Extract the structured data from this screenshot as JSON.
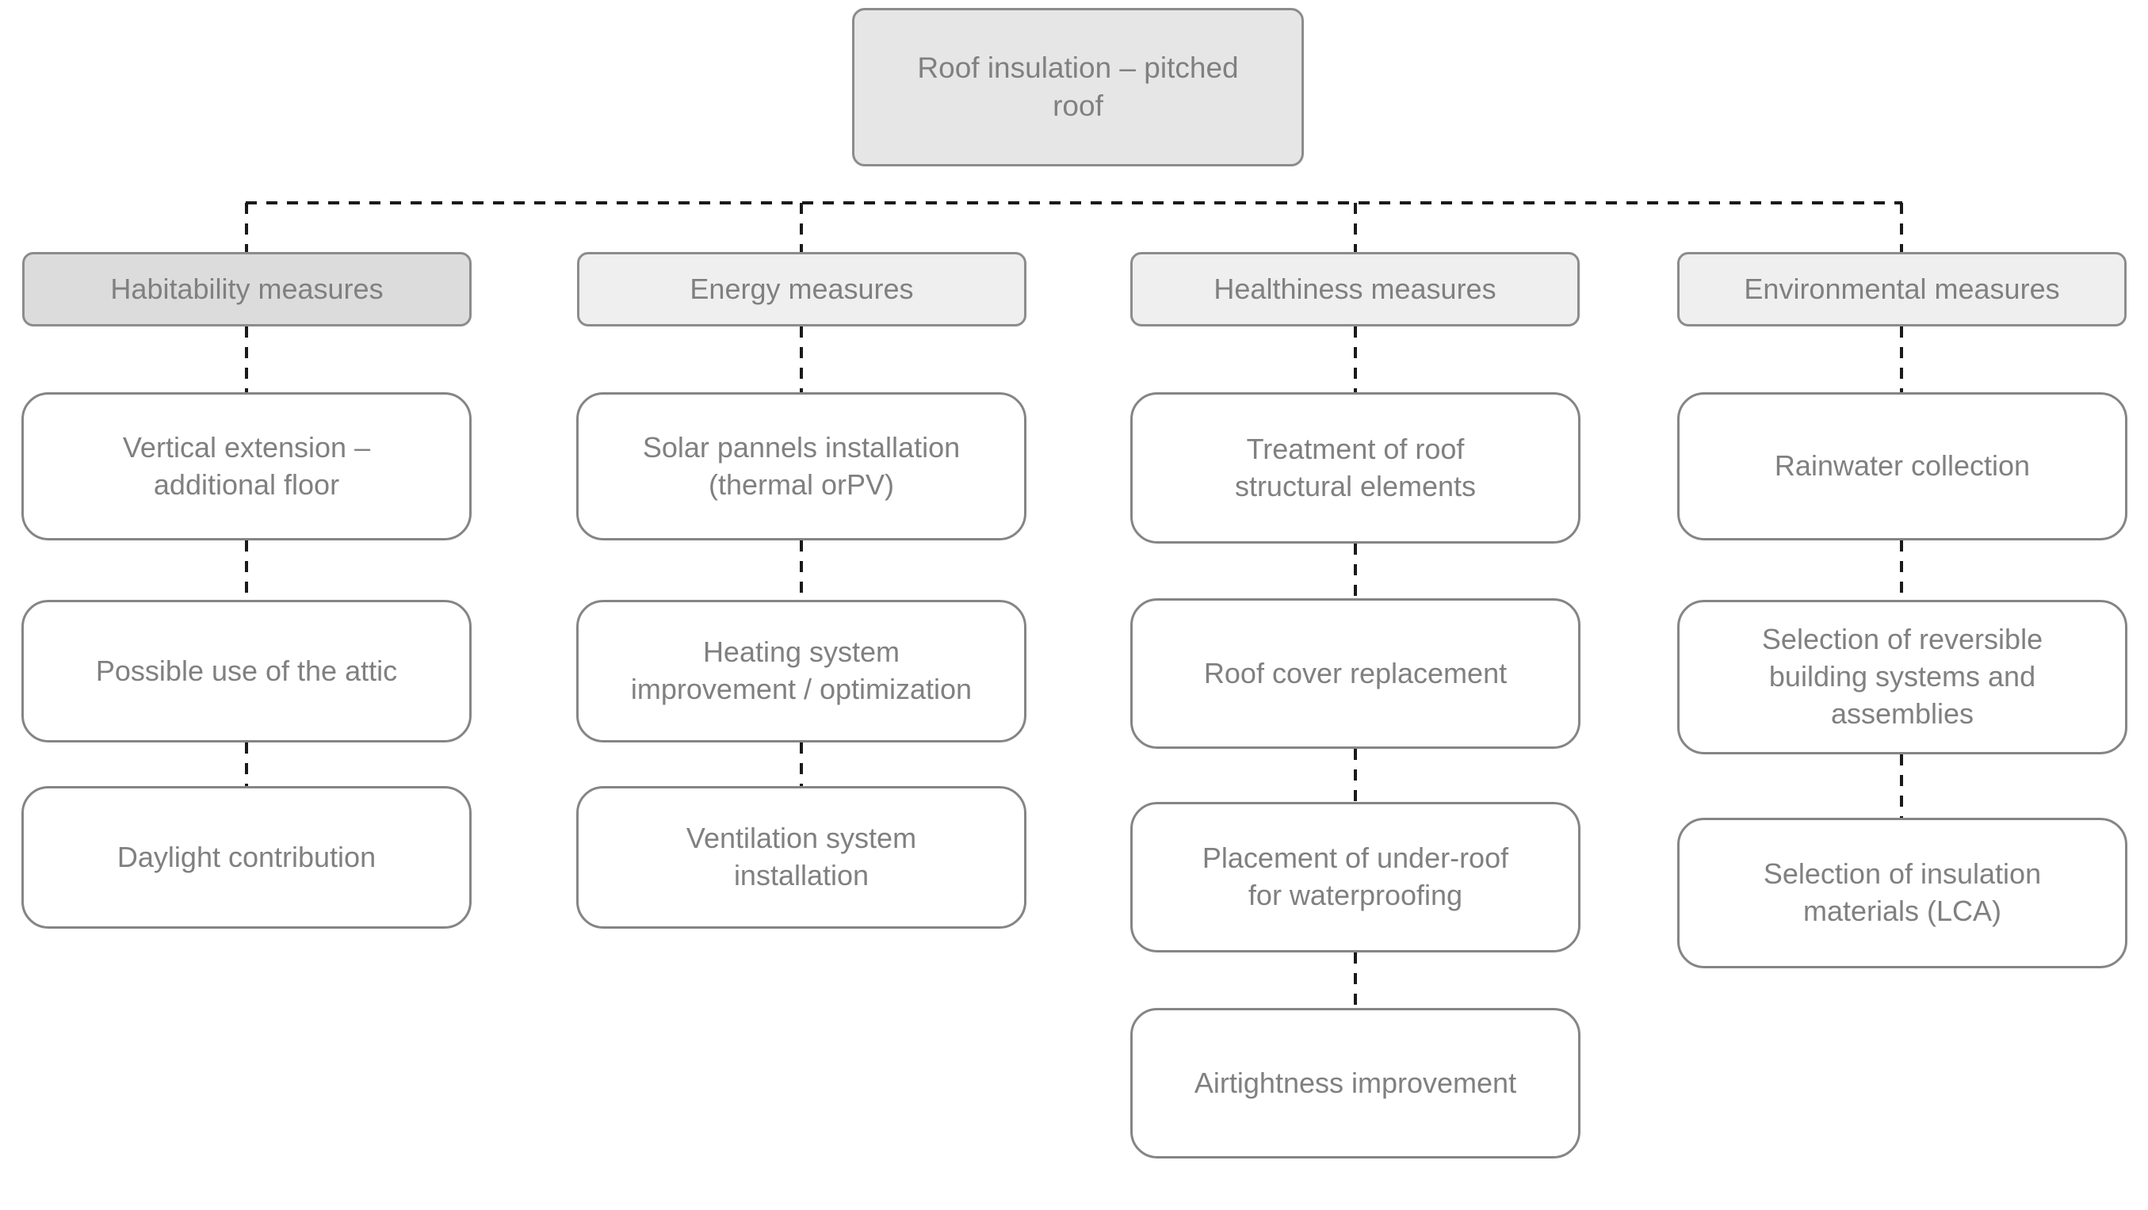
{
  "diagram": {
    "title": "Roof insulation – pitched roof",
    "root": {
      "label": "Roof insulation – pitched\nroof"
    },
    "colors": {
      "root_fill": "#e6e6e6",
      "category_fill": "#efefef",
      "category_fill_emphasis": "#dcdcdc",
      "leaf_fill": "#ffffff",
      "border": "#8c8c8c",
      "text": "#808080",
      "connector": "#1a1a1a",
      "background": "#ffffff"
    },
    "connector_style": "dashed",
    "branches": [
      {
        "category": "Habitability measures",
        "emphasis": true,
        "items": [
          "Vertical extension –\nadditional floor",
          "Possible use of the attic",
          "Daylight contribution"
        ]
      },
      {
        "category": "Energy measures",
        "emphasis": false,
        "items": [
          "Solar pannels installation\n(thermal orPV)",
          "Heating system\nimprovement / optimization",
          "Ventilation system\ninstallation"
        ]
      },
      {
        "category": "Healthiness measures",
        "emphasis": false,
        "items": [
          "Treatment of roof\nstructural elements",
          "Roof cover replacement",
          "Placement of under-roof\nfor waterproofing",
          "Airtightness improvement"
        ]
      },
      {
        "category": "Environmental measures",
        "emphasis": false,
        "items": [
          "Rainwater collection",
          "Selection of reversible\nbuilding systems and\nassemblies",
          "Selection of insulation\nmaterials (LCA)"
        ]
      }
    ]
  }
}
